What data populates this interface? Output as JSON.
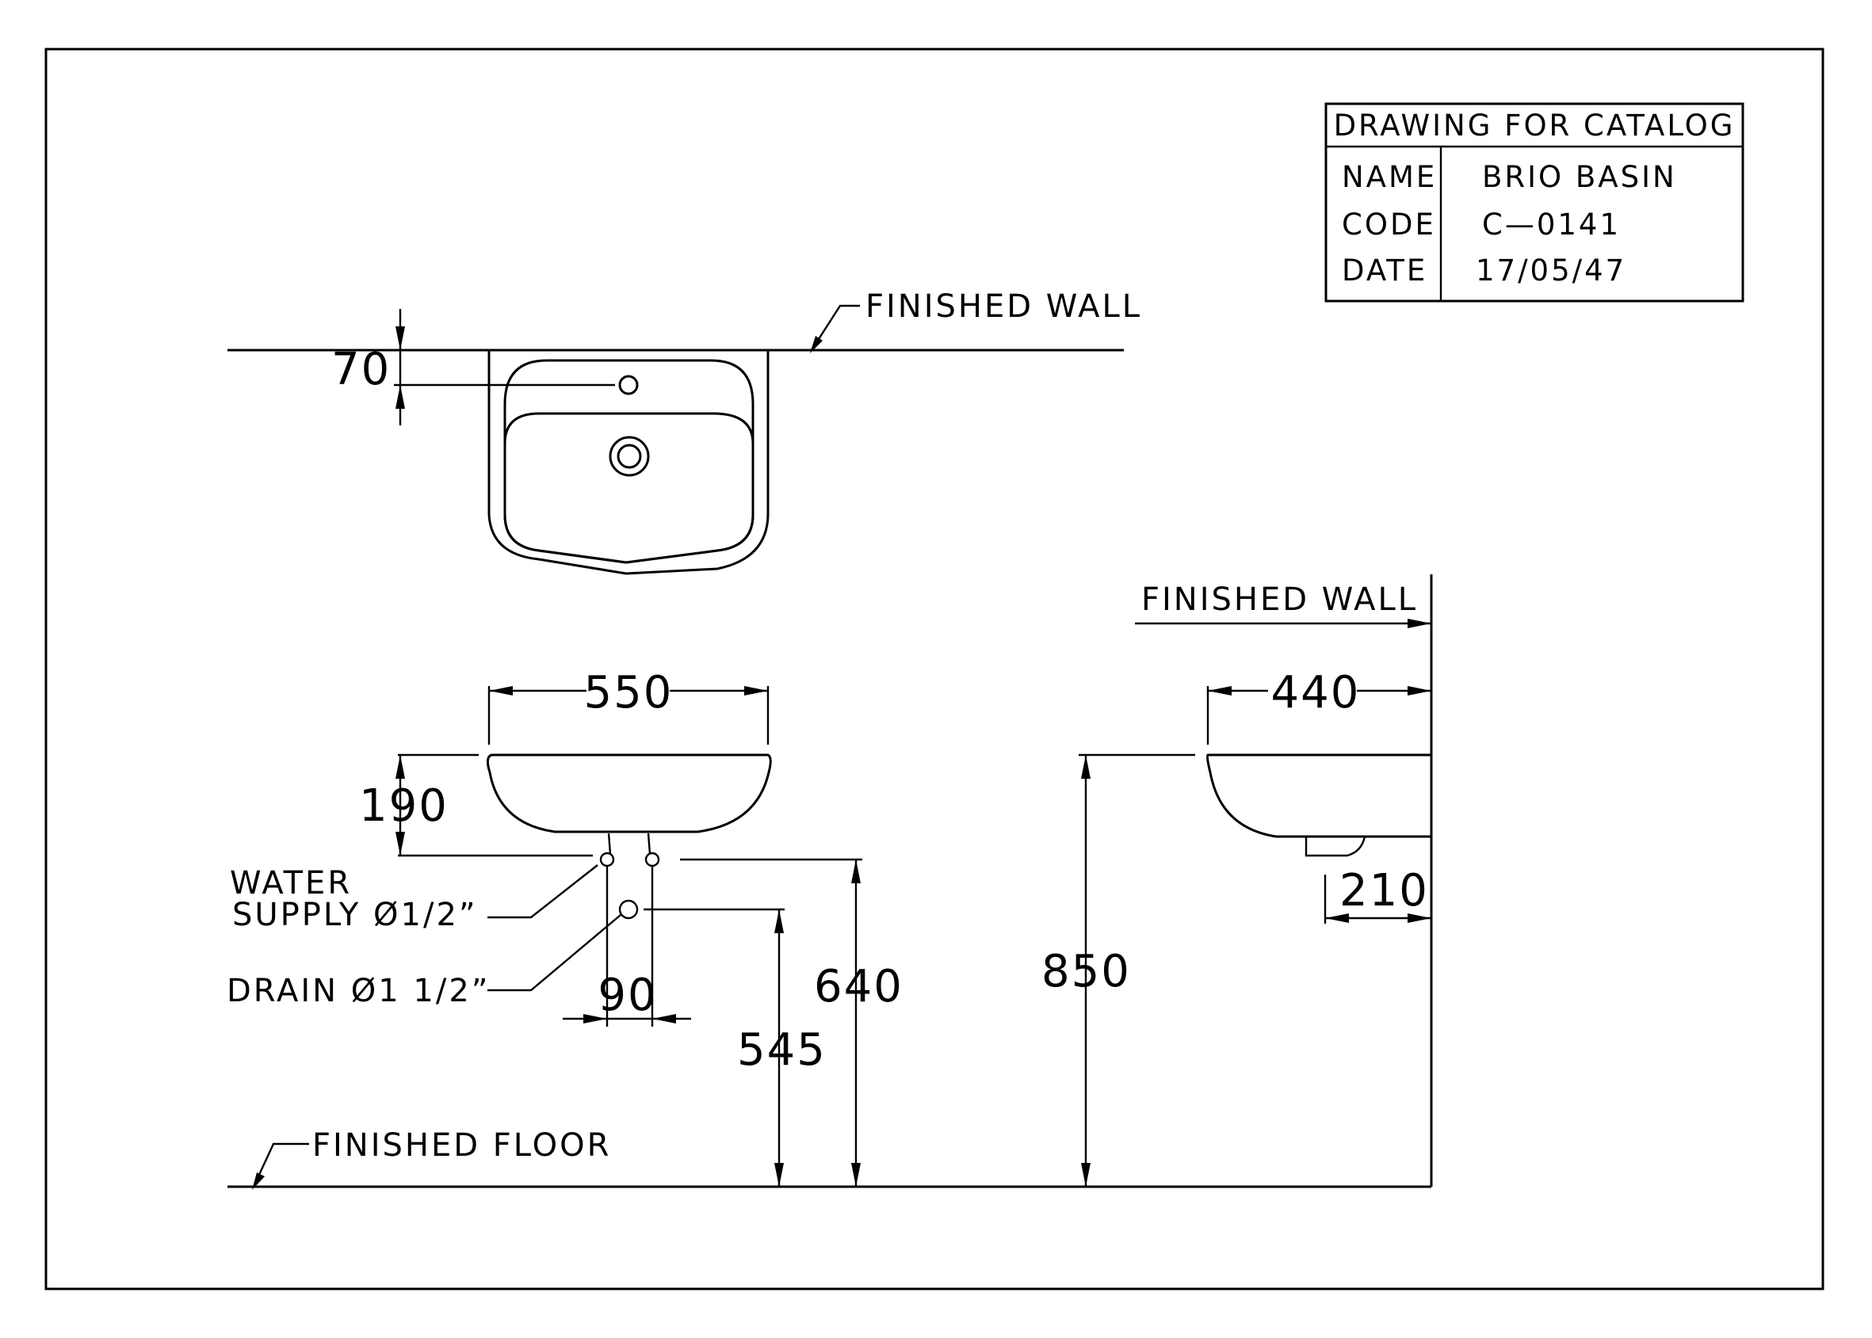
{
  "title_block": {
    "heading": "DRAWING FOR CATALOG",
    "rows": [
      {
        "key": "NAME",
        "value": "BRIO BASIN"
      },
      {
        "key": "CODE",
        "value": "C—0141"
      },
      {
        "key": "DATE",
        "value": "17/05/47"
      }
    ]
  },
  "labels": {
    "finished_wall_top": "FINISHED WALL",
    "finished_wall_side": "FINISHED WALL",
    "finished_floor": "FINISHED FLOOR",
    "water_supply_line1": "WATER",
    "water_supply_line2": "SUPPLY Ø1/2”",
    "drain": "DRAIN Ø1 1/2”"
  },
  "dimensions": {
    "overflow_offset": "70",
    "basin_width": "550",
    "basin_height": "190",
    "supply_spacing": "90",
    "supply_height": "640",
    "drain_height": "545",
    "rim_height": "850",
    "basin_depth": "440",
    "drain_offset": "210"
  }
}
